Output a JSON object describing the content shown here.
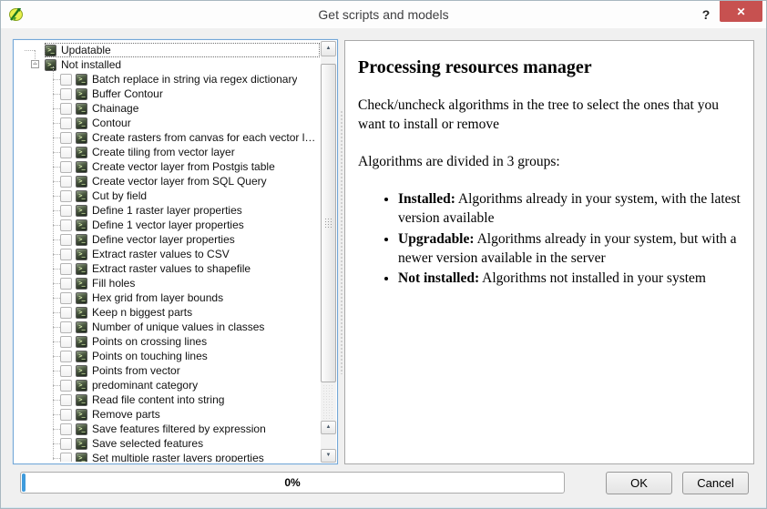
{
  "window": {
    "title": "Get scripts and models"
  },
  "icons": {
    "help": "?",
    "close": "✕",
    "arrow_up": "▲",
    "arrow_down": "▼",
    "console_glyph": ">_",
    "collapse": "−"
  },
  "tree": {
    "groups": [
      {
        "label": "Updatable",
        "expanded": false,
        "focused": true,
        "has_checkbox": false,
        "children": []
      },
      {
        "label": "Not installed",
        "expanded": true,
        "focused": false,
        "has_checkbox": false,
        "children": [
          {
            "label": "Batch replace in string via regex dictionary",
            "checked": false
          },
          {
            "label": "Buffer Contour",
            "checked": false
          },
          {
            "label": "Chainage",
            "checked": false
          },
          {
            "label": "Contour",
            "checked": false
          },
          {
            "label": "Create rasters from canvas for each vector laye...",
            "checked": false
          },
          {
            "label": "Create tiling from vector layer",
            "checked": false
          },
          {
            "label": "Create vector layer from Postgis table",
            "checked": false
          },
          {
            "label": "Create vector layer from SQL Query",
            "checked": false
          },
          {
            "label": "Cut by field",
            "checked": false
          },
          {
            "label": "Define 1 raster layer properties",
            "checked": false
          },
          {
            "label": "Define 1 vector layer properties",
            "checked": false
          },
          {
            "label": "Define vector layer properties",
            "checked": false
          },
          {
            "label": "Extract raster values to CSV",
            "checked": false
          },
          {
            "label": "Extract raster values to shapefile",
            "checked": false
          },
          {
            "label": "Fill holes",
            "checked": false
          },
          {
            "label": "Hex grid from layer bounds",
            "checked": false
          },
          {
            "label": "Keep n biggest parts",
            "checked": false
          },
          {
            "label": "Number of unique values in classes",
            "checked": false
          },
          {
            "label": "Points on crossing lines",
            "checked": false
          },
          {
            "label": "Points on touching lines",
            "checked": false
          },
          {
            "label": "Points from vector",
            "checked": false
          },
          {
            "label": "predominant category",
            "checked": false
          },
          {
            "label": "Read file content into string",
            "checked": false
          },
          {
            "label": "Remove parts",
            "checked": false
          },
          {
            "label": "Save features filtered by expression",
            "checked": false
          },
          {
            "label": "Save selected features",
            "checked": false
          },
          {
            "label": "Set multiple raster layers properties",
            "checked": false
          }
        ]
      }
    ]
  },
  "doc": {
    "title": "Processing resources manager",
    "intro": "Check/uncheck algorithms in the tree to select the ones that you want to install or remove",
    "groups_line": "Algorithms are divided in 3 groups:",
    "bullets": [
      {
        "term": "Installed:",
        "desc": "Algorithms already in your system, with the latest version available"
      },
      {
        "term": "Upgradable:",
        "desc": "Algorithms already in your system, but with a newer version available in the server"
      },
      {
        "term": "Not installed:",
        "desc": "Algorithms not installed in your system"
      }
    ]
  },
  "footer": {
    "progress_label": "0%",
    "ok_label": "OK",
    "cancel_label": "Cancel"
  },
  "colors": {
    "close_red": "#c75150",
    "progress_blue": "#3f9bdc",
    "tree_focus_border": "#74a7d7",
    "content_bg": "#f0f0f0"
  }
}
